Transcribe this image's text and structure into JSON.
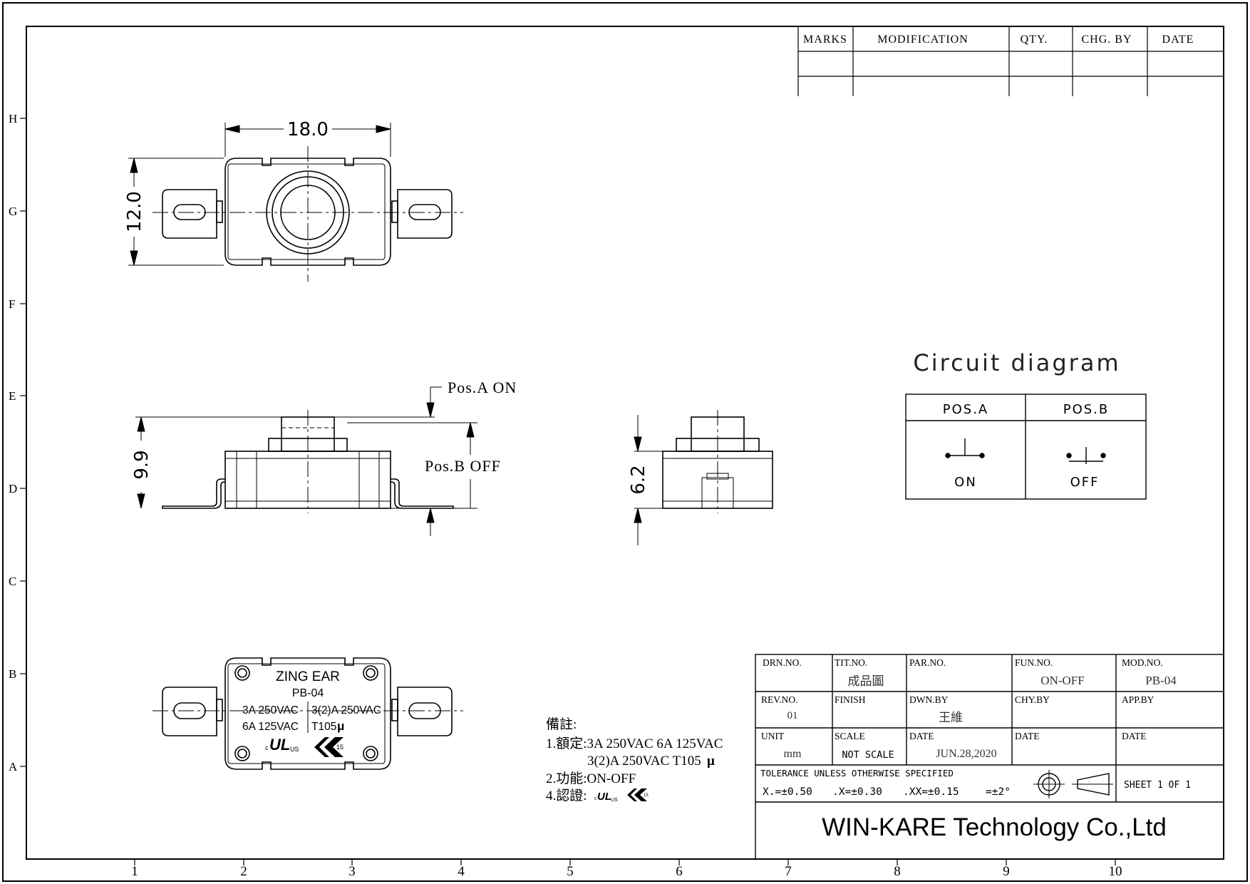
{
  "frame": {
    "cols": [
      "1",
      "2",
      "3",
      "4",
      "5",
      "6",
      "7",
      "8",
      "9",
      "10"
    ],
    "rows": [
      "H",
      "G",
      "F",
      "E",
      "D",
      "C",
      "B",
      "A"
    ]
  },
  "revision_table": {
    "headers": [
      "MARKS",
      "MODIFICATION",
      "QTY.",
      "CHG. BY",
      "DATE"
    ]
  },
  "top_view": {
    "width_dim": "18.0",
    "height_dim": "12.0"
  },
  "side_view": {
    "height_dim": "9.9",
    "pos_a": "Pos.A ON",
    "pos_b": "Pos.B OFF"
  },
  "end_view": {
    "height_dim": "6.2"
  },
  "circuit": {
    "title": "Circuit diagram",
    "col_a": "POS.A",
    "col_b": "POS.B",
    "state_a": "ON",
    "state_b": "OFF"
  },
  "label_view": {
    "brand": "ZING EAR",
    "model": "PB-04",
    "rating1_left": "3A 250VAC",
    "rating2_left": "6A 125VAC",
    "rating1_right": "3(2)A 250VAC",
    "rating2_right": "T105",
    "mu": "μ",
    "ul_left": "c",
    "ul_mark": "UL",
    "ul_right": "US",
    "ce_num": "15"
  },
  "notes": {
    "heading": "備註:",
    "line1": "1.額定:3A 250VAC  6A 125VAC",
    "line2": "3(2)A 250VAC  T105",
    "line3": "2.功能:ON-OFF",
    "line4": "4.認證:"
  },
  "title_block": {
    "drn_no_label": "DRN.NO.",
    "tit_no_label": "TIT.NO.",
    "tit_no_value": "成品圖",
    "par_no_label": "PAR.NO.",
    "fun_no_label": "FUN.NO.",
    "fun_no_value": "ON-OFF",
    "mod_no_label": "MOD.NO.",
    "mod_no_value": "PB-04",
    "rev_no_label": "REV.NO.",
    "rev_no_value": "01",
    "finish_label": "FINISH",
    "dwn_by_label": "DWN.BY",
    "dwn_by_value": "王維",
    "chy_by_label": "CHY.BY",
    "app_by_label": "APP.BY",
    "unit_label": "UNIT",
    "unit_value": "mm",
    "scale_label": "SCALE",
    "scale_value": "NOT SCALE",
    "date_label": "DATE",
    "date_value": "JUN.28,2020",
    "tolerance_label": "TOLERANCE  UNLESS  OTHERWISE  SPECIFIED",
    "tol_x": "X.=±0.50",
    "tol_xx": ".X=±0.30",
    "tol_xxx": ".XX=±0.15",
    "tol_ang": "=±2°",
    "sheet": "SHEET  1  OF  1",
    "company": "WIN-KARE Technology Co.,Ltd"
  }
}
